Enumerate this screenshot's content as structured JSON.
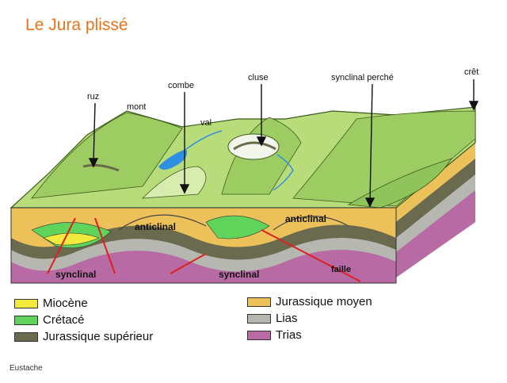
{
  "title": "Le Jura plissé",
  "labels": {
    "ruz": "ruz",
    "mont": "mont",
    "combe": "combe",
    "val": "val",
    "cluse": "cluse",
    "synclinal_perche": "synclinal perché",
    "cret": "crêt",
    "anticlinal": "anticlinal",
    "synclinal": "synclinal",
    "faille": "faille"
  },
  "legend_left": [
    {
      "label": "Miocène",
      "color": "#f2ea3c"
    },
    {
      "label": "Crétacé",
      "color": "#5fd35a"
    },
    {
      "label": "Jurassique supérieur",
      "color": "#6a6a4e"
    }
  ],
  "legend_right": [
    {
      "label": "Jurassique moyen",
      "color": "#ecc15a"
    },
    {
      "label": "Lias",
      "color": "#b7b7b2"
    },
    {
      "label": "Trias",
      "color": "#b76aa3"
    }
  ],
  "colors": {
    "miocene": "#f2ea3c",
    "cretace": "#5fd35a",
    "jurassique_superieur": "#6a6a4e",
    "jurassique_moyen": "#ecc15a",
    "lias": "#b7b7b2",
    "trias": "#b76aa3",
    "surface": "#b9dc7a",
    "surface_dark": "#8fc45a",
    "water": "#2f8fe0",
    "fault": "#e02020",
    "title": "#e8731a"
  },
  "credit": "Eustache"
}
